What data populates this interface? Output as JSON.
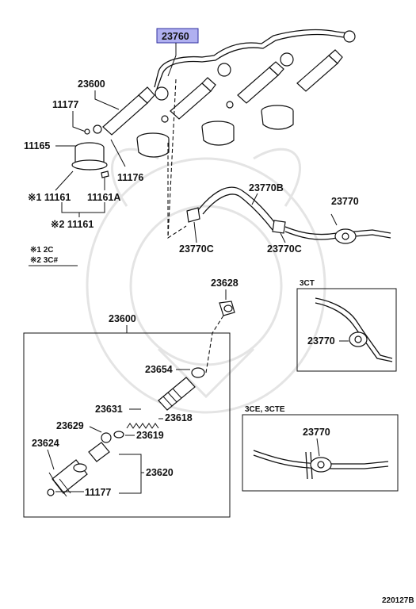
{
  "labels": {
    "p23760": "23760",
    "p23600_top": "23600",
    "p11177_top": "11177",
    "p11165": "11165",
    "p11176": "11176",
    "p11161": "※1 11161",
    "p11161a": "11161A",
    "p11161_2": "※2 11161",
    "note1": "※1  2C",
    "note2": "※2  3C#",
    "p23770b": "23770B",
    "p23770": "23770",
    "p23770c_l": "23770C",
    "p23770c_r": "23770C",
    "p23628": "23628",
    "p23600_box": "23600",
    "p23654": "23654",
    "p23631": "23631",
    "p23618": "23618",
    "p23629": "23629",
    "p23619": "23619",
    "p23624": "23624",
    "p23620": "23620",
    "p11177_bot": "11177",
    "inset1_title": "3CT",
    "inset1_part": "23770",
    "inset2_title": "3CE, 3CTE",
    "inset2_part": "23770",
    "diagram_id": "220127B"
  },
  "colors": {
    "highlight": "#b0b0f0",
    "line": "#111111",
    "watermark": "#e4e4e4"
  }
}
